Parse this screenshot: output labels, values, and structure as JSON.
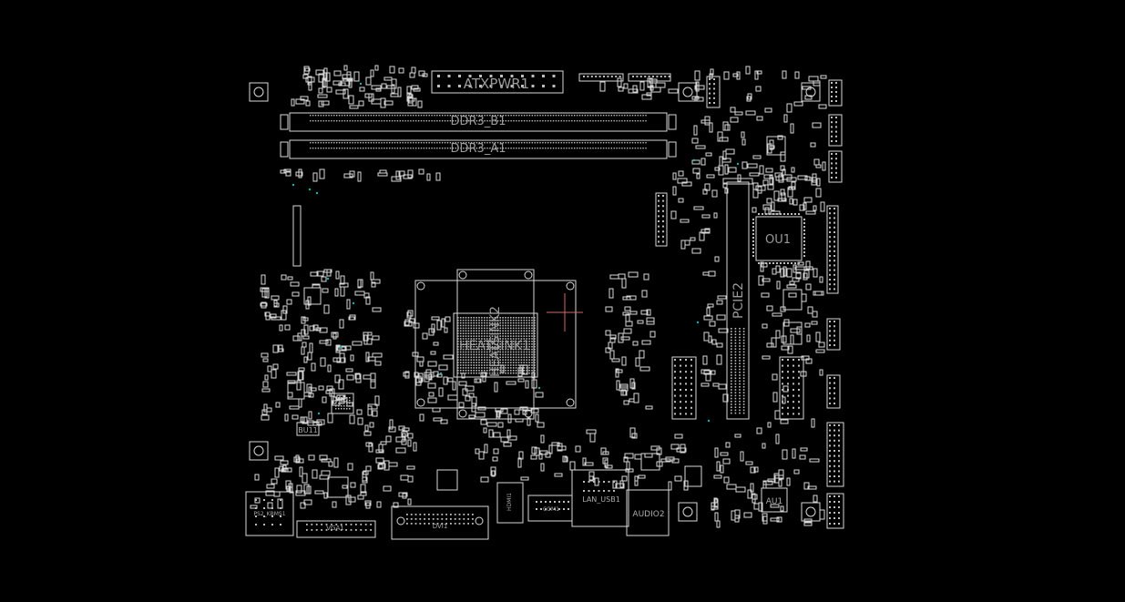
{
  "colors": {
    "background": "#000000",
    "outline": "#d8d8d8",
    "label": "#9a9a9a",
    "via": "#19b3b3",
    "crosshair": "#d06a6a"
  },
  "board_labels": {
    "atx_power": "ATXPWR1",
    "ddr_b1": "DDR3_B1",
    "ddr_a1": "DDR3_A1",
    "heatsink_1": "HEATSINK1",
    "heatsink_2": "HEATSINK2",
    "pcie": "PCIE2",
    "ou1": "OU1",
    "au1": "AU1",
    "bu11": "BU11",
    "lan_usb": "LAN_USB1",
    "audio": "AUDIO2",
    "vga": "VGA1",
    "hdmi": "HDMI1",
    "dvi": "DVI1",
    "ps2": "PS2_KBMS1",
    "com": "COM1"
  }
}
